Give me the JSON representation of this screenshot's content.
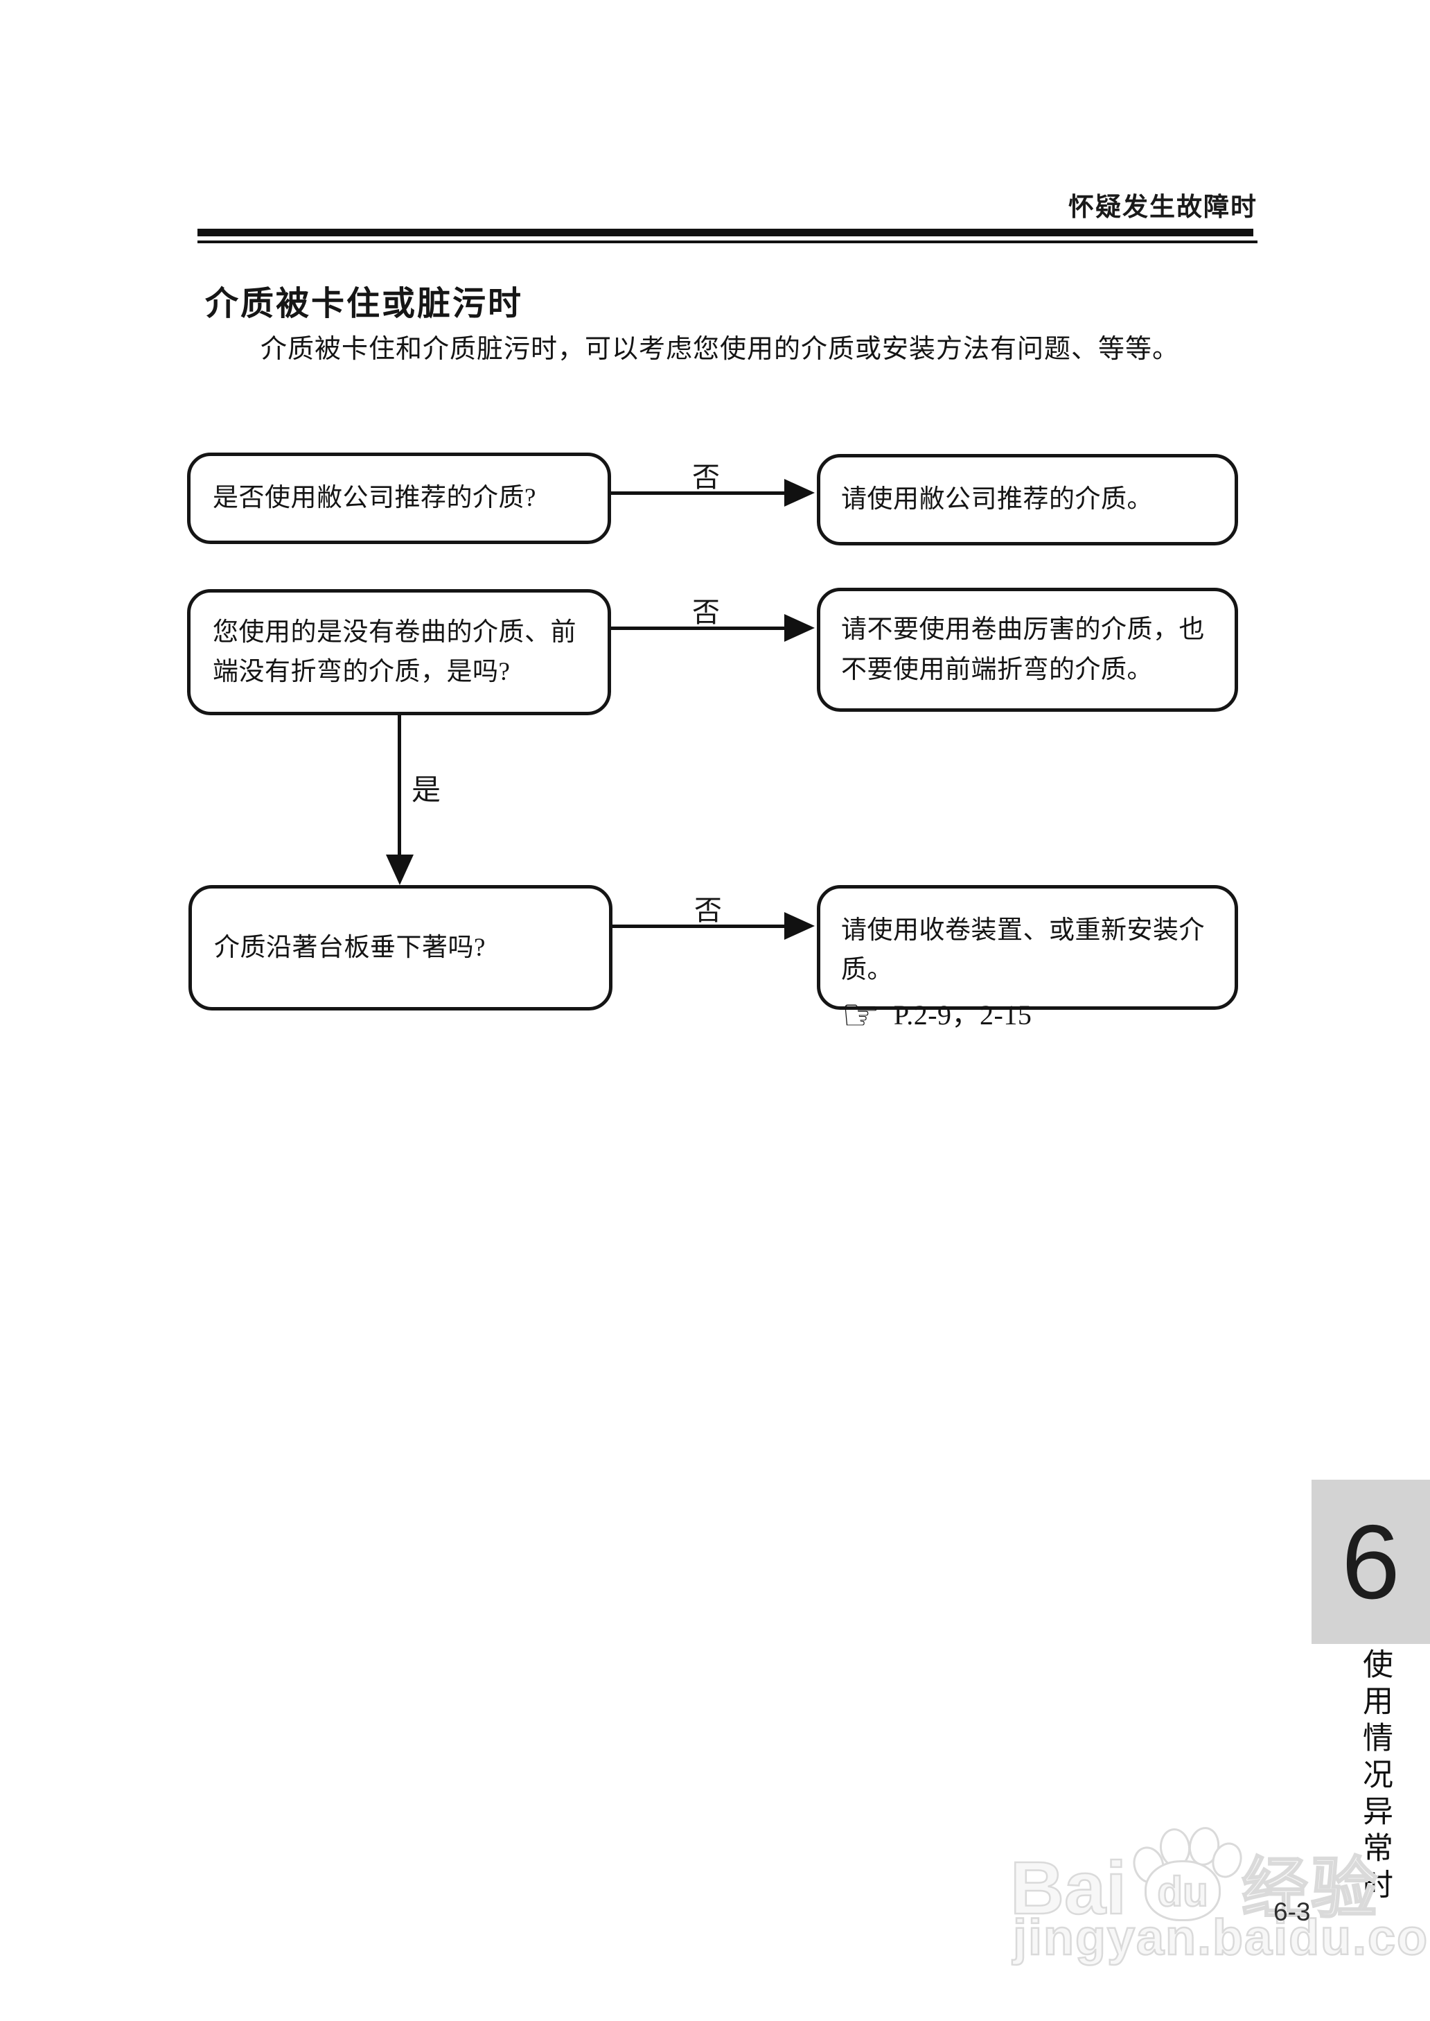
{
  "page": {
    "running_header": "怀疑发生故障时",
    "title": "介质被卡住或脏污时",
    "intro": "介质被卡住和介质脏污时，可以考虑您使用的介质或安装方法有问题、等等。",
    "page_number": "6-3"
  },
  "flowchart": {
    "rows": [
      {
        "question": "是否使用敝公司推荐的介质?",
        "branch_label": "否",
        "answer": "请使用敝公司推荐的介质。"
      },
      {
        "question": "您使用的是没有卷曲的介质、前端没有折弯的介质，是吗?",
        "branch_label": "否",
        "answer": "请不要使用卷曲厉害的介质，也不要使用前端折弯的介质。",
        "down_label": "是"
      },
      {
        "question": "介质沿著台板垂下著吗?",
        "branch_label": "否",
        "answer": "请使用收卷装置、或重新安装介质。",
        "answer_ref": "P.2-9，2-15",
        "ref_icon": "pointing-hand-icon",
        "ref_icon_glyph": "☞"
      }
    ]
  },
  "sidebar": {
    "chapter_number": "6",
    "chapter_title": "使用情况异常时",
    "tab_color": "#d3d3d3"
  },
  "watermark": {
    "brand_prefix": "Bai",
    "brand_du": "du",
    "brand_cjk": "经验",
    "url": "jingyan.baidu.com",
    "stroke_color": "#dadada"
  }
}
